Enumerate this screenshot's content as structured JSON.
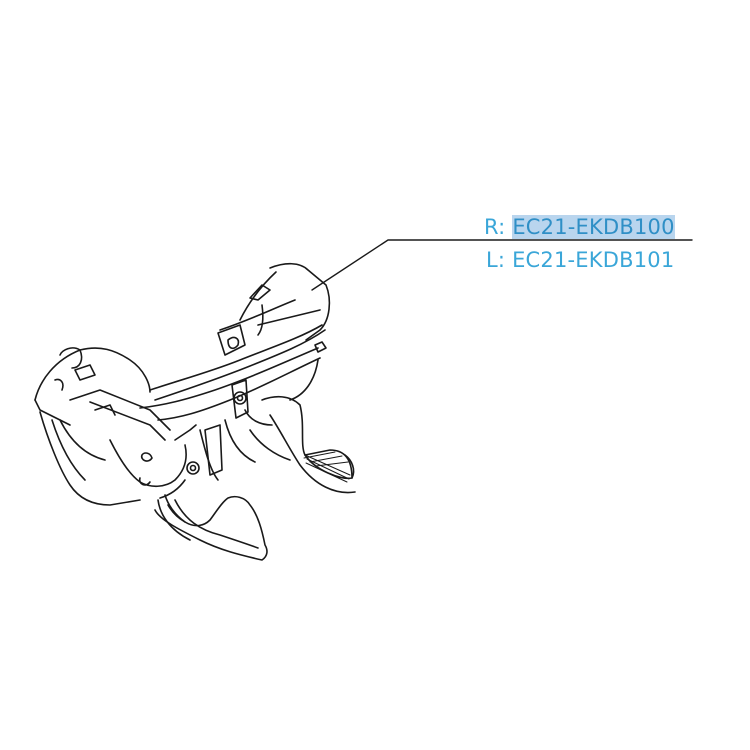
{
  "diagram": {
    "type": "parts-callout",
    "subject": "brake/shift lever line drawing",
    "colors": {
      "label_text": "#3aa6d8",
      "selection_highlight": "#b9d5ee",
      "line_art": "#1a1a1a",
      "background": "#ffffff"
    },
    "callout": {
      "right": {
        "prefix": "R:",
        "part_number": "EC21-EKDB100",
        "selected": true
      },
      "left": {
        "prefix": "L:",
        "part_number": "EC21-EKDB101",
        "selected": false
      }
    }
  }
}
